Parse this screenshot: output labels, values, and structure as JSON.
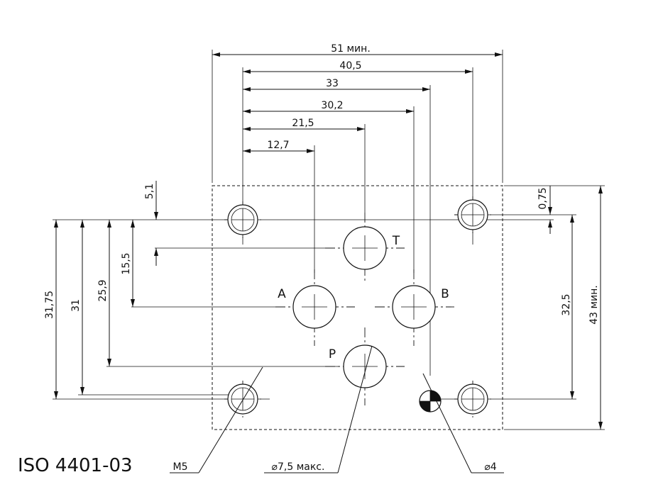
{
  "title": "ISO 4401-03",
  "dimensions": {
    "width_min": "51 мин.",
    "d40_5": "40,5",
    "d33": "33",
    "d30_2": "30,2",
    "d21_5": "21,5",
    "d12_7": "12,7",
    "d5_1": "5,1",
    "d15_5": "15,5",
    "d25_9": "25,9",
    "d31": "31",
    "d31_75": "31,75",
    "d0_75": "0,75",
    "d32_5": "32,5",
    "height_min": "43 мин."
  },
  "ports": {
    "T": "T",
    "A": "A",
    "B": "B",
    "P": "P"
  },
  "callouts": {
    "thread": "M5",
    "port_diameter": "⌀7,5 макс.",
    "pin_diameter": "⌀4"
  }
}
